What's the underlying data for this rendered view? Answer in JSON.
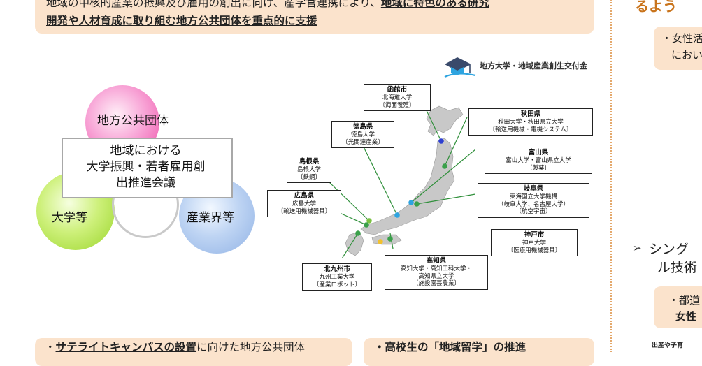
{
  "top": {
    "line1_plain": "地域の中核的産業の振興及び雇用の創出に向け、産学官連携により、",
    "line1_bold": "地域に特色のある研究",
    "line2_bold": "開発や人材育成に取り組む地方公共団体を重点的に支援"
  },
  "logo": {
    "text": "地方大学・地域産業創生交付金"
  },
  "venn": {
    "public": "地方公共団体",
    "university": "大学等",
    "industry": "産業界等",
    "council": [
      "地域における",
      "大学振興・若者雇用創",
      "出推進会議"
    ]
  },
  "map_labels": [
    {
      "title": "函館市",
      "lines": [
        "北海道大学",
        "〔海面養殖〕"
      ]
    },
    {
      "title": "秋田県",
      "lines": [
        "秋田大学・秋田県立大学",
        "〔輸送用機械・電機システム〕"
      ]
    },
    {
      "title": "徳島県",
      "lines": [
        "徳島大学",
        "〔光関連産業〕"
      ]
    },
    {
      "title": "富山県",
      "lines": [
        "富山大学・富山県立大学",
        "〔製薬〕"
      ]
    },
    {
      "title": "島根県",
      "lines": [
        "島根大学",
        "〔鉄鋼〕"
      ]
    },
    {
      "title": "岐阜県",
      "lines": [
        "東海国立大学機構",
        "（岐阜大学、名古屋大学）",
        "〔航空宇宙〕"
      ]
    },
    {
      "title": "広島県",
      "lines": [
        "広島大学",
        "〔輸送用機械器具〕"
      ]
    },
    {
      "title": "神戸市",
      "lines": [
        "神戸大学",
        "〔医療用機械器具〕"
      ]
    },
    {
      "title": "高知県",
      "lines": [
        "高知大学・高知工科大学・",
        "高知県立大学",
        "〔施設園芸農業〕"
      ]
    },
    {
      "title": "北九州市",
      "lines": [
        "九州工業大学",
        "〔産業ロボット〕"
      ]
    }
  ],
  "bottom": {
    "satellite_prefix": "・",
    "satellite_bold": "サテライトキャンパスの設置",
    "satellite_rest": "に向けた地方公共団体",
    "study_abroad": "・高校生の「地域留学」の推進"
  },
  "right": {
    "heading": "るよう",
    "box1_line1": "・女性活",
    "box1_line2": "におい",
    "bullet": "➢",
    "text_line1": "シング",
    "text_line2": "ル技術",
    "box2_line1": "・都道",
    "box2_line2": "女性",
    "footnote": "出産や子育"
  },
  "colors": {
    "banner": "#fbe3cc",
    "accent": "#c9741c",
    "map_land": "#c8c8c8",
    "dot_colors": [
      "#2e3fd1",
      "#3aa04a",
      "#2ea4e0",
      "#7ac142",
      "#f2c12e"
    ]
  }
}
